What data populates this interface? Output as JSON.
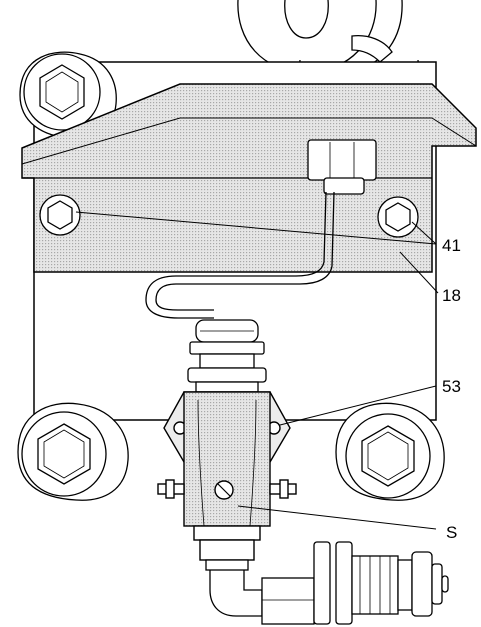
{
  "figure": {
    "callouts": {
      "label_41": "41",
      "label_18": "18",
      "label_53": "53",
      "label_s": "S"
    }
  },
  "colors": {
    "stroke": "#000000",
    "fill": "#ffffff",
    "shade": "#cfcfcf"
  }
}
